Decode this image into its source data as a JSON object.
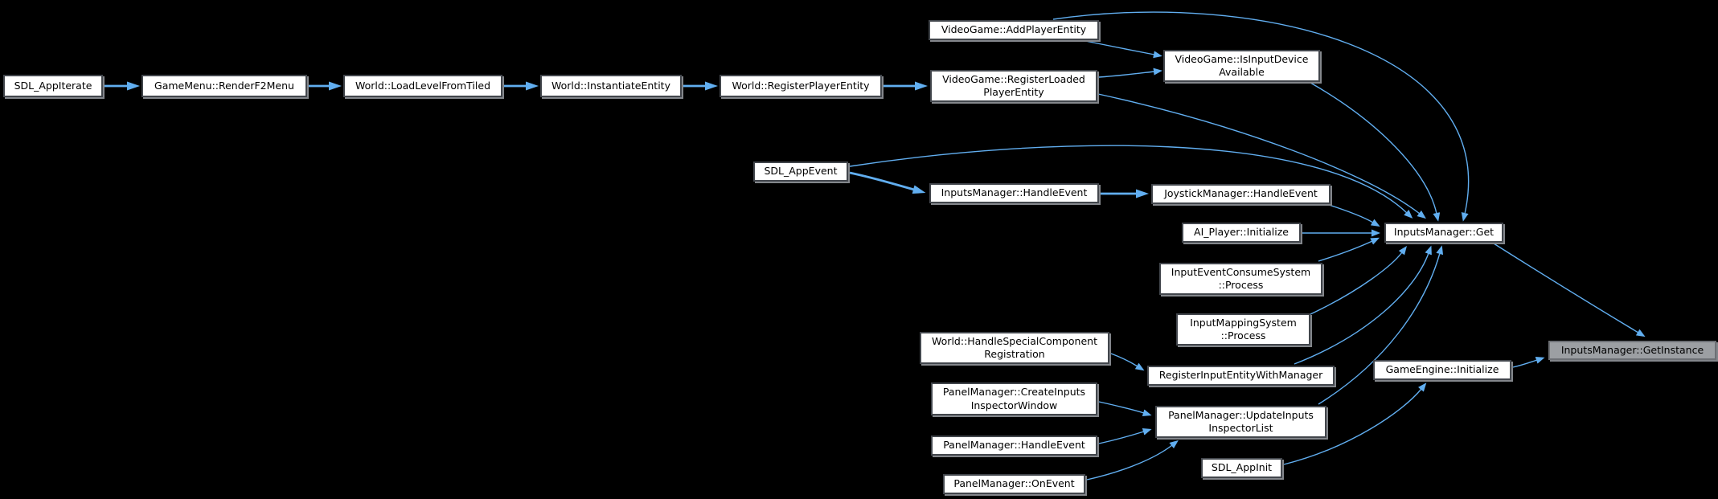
{
  "graph": {
    "type": "doxygen-caller-graph",
    "focus_function": "InputsManager::GetInstance",
    "colors": {
      "background": "#000000",
      "edge": "#61aef0",
      "node_fill": "#ffffff",
      "node_border": "#42464c",
      "focus_node_fill": "#9c9fa3",
      "text": "#000000"
    },
    "nodes": [
      {
        "id": "sdl-app-iterate",
        "label": "SDL_AppIterate"
      },
      {
        "id": "gamemenu-render-f2-menu",
        "label": "GameMenu::RenderF2Menu"
      },
      {
        "id": "world-load-level-from-tiled",
        "label": "World::LoadLevelFromTiled"
      },
      {
        "id": "world-instantiate-entity",
        "label": "World::InstantiateEntity"
      },
      {
        "id": "world-register-player-entity",
        "label": "World::RegisterPlayerEntity"
      },
      {
        "id": "videogame-register-loaded-player-entity",
        "label": "VideoGame::RegisterLoaded\nPlayerEntity"
      },
      {
        "id": "videogame-add-player-entity",
        "label": "VideoGame::AddPlayerEntity"
      },
      {
        "id": "videogame-is-input-device-available",
        "label": "VideoGame::IsInputDevice\nAvailable"
      },
      {
        "id": "sdl-app-event",
        "label": "SDL_AppEvent"
      },
      {
        "id": "inputsmanager-handle-event",
        "label": "InputsManager::HandleEvent"
      },
      {
        "id": "joystickmanager-handle-event",
        "label": "JoystickManager::HandleEvent"
      },
      {
        "id": "ai-player-initialize",
        "label": "AI_Player::Initialize"
      },
      {
        "id": "input-event-consume-system-process",
        "label": "InputEventConsumeSystem\n::Process"
      },
      {
        "id": "input-mapping-system-process",
        "label": "InputMappingSystem\n::Process"
      },
      {
        "id": "world-handle-special-component-registration",
        "label": "World::HandleSpecialComponent\nRegistration"
      },
      {
        "id": "register-input-entity-with-manager",
        "label": "RegisterInputEntityWithManager"
      },
      {
        "id": "panelmanager-create-inputs-inspector-window",
        "label": "PanelManager::CreateInputs\nInspectorWindow"
      },
      {
        "id": "panelmanager-handle-event",
        "label": "PanelManager::HandleEvent"
      },
      {
        "id": "panelmanager-on-event",
        "label": "PanelManager::OnEvent"
      },
      {
        "id": "panelmanager-update-inputs-inspector-list",
        "label": "PanelManager::UpdateInputs\nInspectorList"
      },
      {
        "id": "sdl-app-init",
        "label": "SDL_AppInit"
      },
      {
        "id": "gameengine-initialize",
        "label": "GameEngine::Initialize"
      },
      {
        "id": "inputsmanager-get",
        "label": "InputsManager::Get"
      },
      {
        "id": "inputsmanager-get-instance",
        "label": "InputsManager::GetInstance"
      }
    ],
    "edges": [
      {
        "from": "SDL_AppIterate",
        "to": "GameMenu::RenderF2Menu"
      },
      {
        "from": "GameMenu::RenderF2Menu",
        "to": "World::LoadLevelFromTiled"
      },
      {
        "from": "World::LoadLevelFromTiled",
        "to": "World::InstantiateEntity"
      },
      {
        "from": "World::InstantiateEntity",
        "to": "World::RegisterPlayerEntity"
      },
      {
        "from": "World::RegisterPlayerEntity",
        "to": "VideoGame::RegisterLoadedPlayerEntity"
      },
      {
        "from": "VideoGame::AddPlayerEntity",
        "to": "VideoGame::IsInputDeviceAvailable"
      },
      {
        "from": "VideoGame::AddPlayerEntity",
        "to": "InputsManager::Get"
      },
      {
        "from": "VideoGame::RegisterLoadedPlayerEntity",
        "to": "VideoGame::IsInputDeviceAvailable"
      },
      {
        "from": "VideoGame::RegisterLoadedPlayerEntity",
        "to": "InputsManager::Get"
      },
      {
        "from": "VideoGame::IsInputDeviceAvailable",
        "to": "InputsManager::Get"
      },
      {
        "from": "SDL_AppEvent",
        "to": "InputsManager::HandleEvent"
      },
      {
        "from": "SDL_AppEvent",
        "to": "InputsManager::Get"
      },
      {
        "from": "InputsManager::HandleEvent",
        "to": "JoystickManager::HandleEvent"
      },
      {
        "from": "JoystickManager::HandleEvent",
        "to": "InputsManager::Get"
      },
      {
        "from": "AI_Player::Initialize",
        "to": "InputsManager::Get"
      },
      {
        "from": "InputEventConsumeSystem::Process",
        "to": "InputsManager::Get"
      },
      {
        "from": "InputMappingSystem::Process",
        "to": "InputsManager::Get"
      },
      {
        "from": "World::HandleSpecialComponentRegistration",
        "to": "RegisterInputEntityWithManager"
      },
      {
        "from": "RegisterInputEntityWithManager",
        "to": "InputsManager::Get"
      },
      {
        "from": "PanelManager::CreateInputsInspectorWindow",
        "to": "PanelManager::UpdateInputsInspectorList"
      },
      {
        "from": "PanelManager::HandleEvent",
        "to": "PanelManager::UpdateInputsInspectorList"
      },
      {
        "from": "PanelManager::OnEvent",
        "to": "PanelManager::UpdateInputsInspectorList"
      },
      {
        "from": "PanelManager::UpdateInputsInspectorList",
        "to": "InputsManager::Get"
      },
      {
        "from": "SDL_AppInit",
        "to": "GameEngine::Initialize"
      },
      {
        "from": "GameEngine::Initialize",
        "to": "InputsManager::GetInstance"
      },
      {
        "from": "InputsManager::Get",
        "to": "InputsManager::GetInstance"
      }
    ]
  }
}
